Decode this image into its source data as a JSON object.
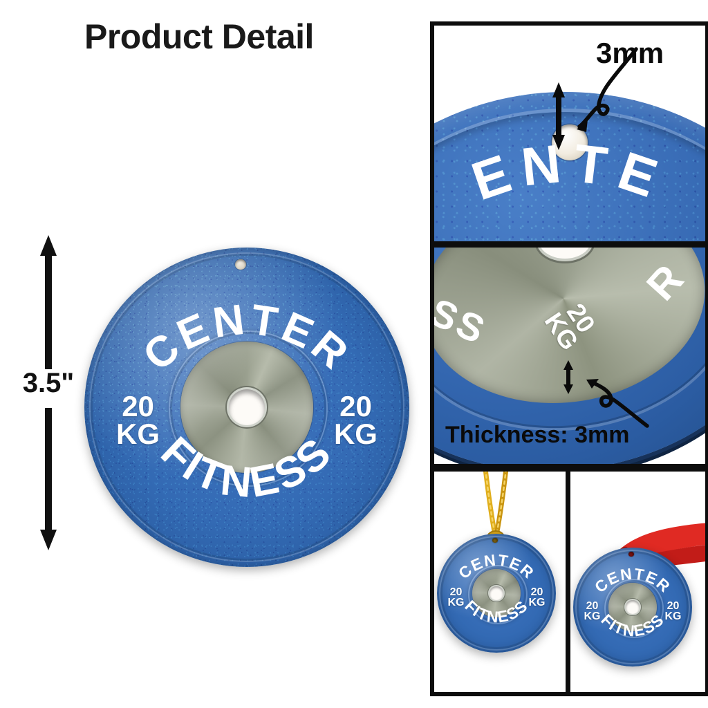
{
  "header": {
    "title": "Product Detail"
  },
  "colors": {
    "plate_blue": "#336AB4",
    "plate_blue_dark": "#234F8C",
    "text_white": "#FFFFFF",
    "frame_black": "#0D0D0D",
    "label_black": "#0A0A0A",
    "hub_metal": "#9AA08F",
    "cord_gold": "#E0AE1C",
    "ribbon_red": "#E02A23",
    "background": "#FFFFFF"
  },
  "dimension": {
    "label": "3.5\"",
    "name": "plate-diameter"
  },
  "plate": {
    "brand_top": "CENTER",
    "brand_bottom": "FITNESS",
    "weight_number": "20",
    "weight_unit": "KG",
    "weight_left": "20",
    "weight_unit_left": "KG",
    "weight_right": "20",
    "weight_unit_right": "KG"
  },
  "panels": [
    {
      "id": "hole-closeup",
      "name": "panel-hole-closeup",
      "callout": "3mm",
      "partial_text": "ENTE",
      "description": "close-up of hanging hole on plate edge"
    },
    {
      "id": "thickness",
      "name": "panel-thickness",
      "callout": "Thickness: 3mm",
      "partial_text_left": "SS",
      "partial_text_right": "R",
      "weight_number": "20",
      "weight_unit": "KG",
      "description": "angled edge view showing plate thickness"
    },
    {
      "id": "hanging-gold-cord",
      "name": "panel-hanging-gold-cord",
      "brand_top": "CENTER",
      "brand_bottom": "FITNESS",
      "weight_number": "20",
      "weight_unit": "KG",
      "accessory": "gold-cord",
      "description": "plate hanging from gold braided cord"
    },
    {
      "id": "hanging-red-ribbon",
      "name": "panel-hanging-red-ribbon",
      "brand_top": "CENTER",
      "brand_bottom": "FITNESS",
      "weight_number": "20",
      "weight_unit": "KG",
      "accessory": "red-ribbon",
      "description": "plate hanging from red ribbon"
    }
  ]
}
